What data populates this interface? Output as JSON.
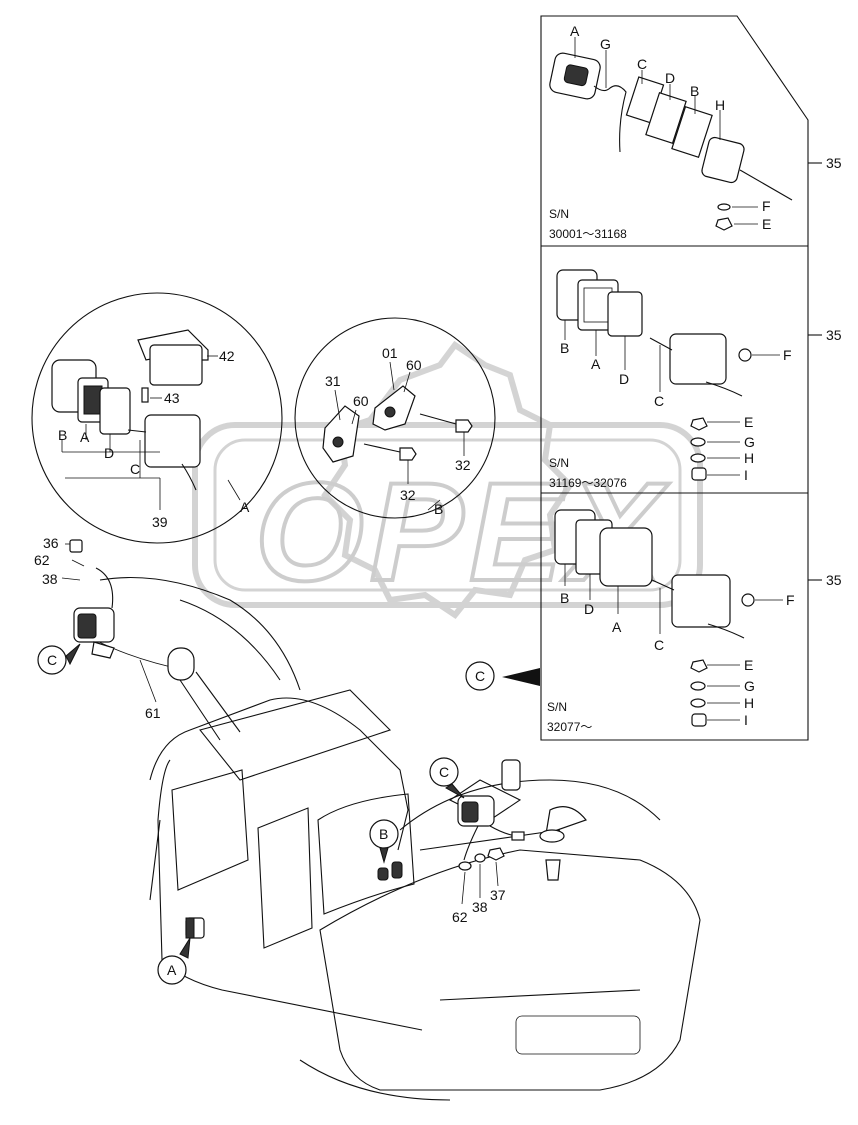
{
  "callouts": [
    "35",
    "35",
    "35"
  ],
  "variants": [
    {
      "sn_label": "S/N",
      "sn_range": "30001～31168",
      "labels": {
        "A": "A",
        "G": "G",
        "C": "C",
        "D": "D",
        "B": "B",
        "H": "H",
        "F": "F",
        "E": "E"
      }
    },
    {
      "sn_label": "S/N",
      "sn_range": "31169～32076",
      "labels": {
        "B": "B",
        "A": "A",
        "D": "D",
        "C": "C",
        "F": "F",
        "E": "E",
        "G": "G",
        "H": "H",
        "I": "I"
      }
    },
    {
      "sn_label": "S/N",
      "sn_range": "32077～",
      "labels": {
        "B": "B",
        "D": "D",
        "A": "A",
        "C": "C",
        "F": "F",
        "E": "E",
        "G": "G",
        "H": "H",
        "I": "I"
      }
    }
  ],
  "detailA": {
    "circle": "A",
    "labels": {
      "B": "B",
      "A": "A",
      "D": "D",
      "C": "C",
      "p42": "42",
      "p43": "43",
      "p39": "39"
    }
  },
  "detailB": {
    "circle": "B",
    "labels": {
      "p31": "31",
      "p01": "01",
      "p60a": "60",
      "p60b": "60",
      "p32a": "32",
      "p32b": "32"
    }
  },
  "boom": {
    "labels": {
      "p36": "36",
      "p62": "62",
      "p38": "38",
      "p61": "61"
    },
    "marker": "C"
  },
  "pointerC": "C",
  "cab": {
    "markerC": "C",
    "markerB": "B",
    "markerA": "A",
    "labels": {
      "p62": "62",
      "p38": "38",
      "p37": "37"
    }
  },
  "watermark": "OPEX"
}
